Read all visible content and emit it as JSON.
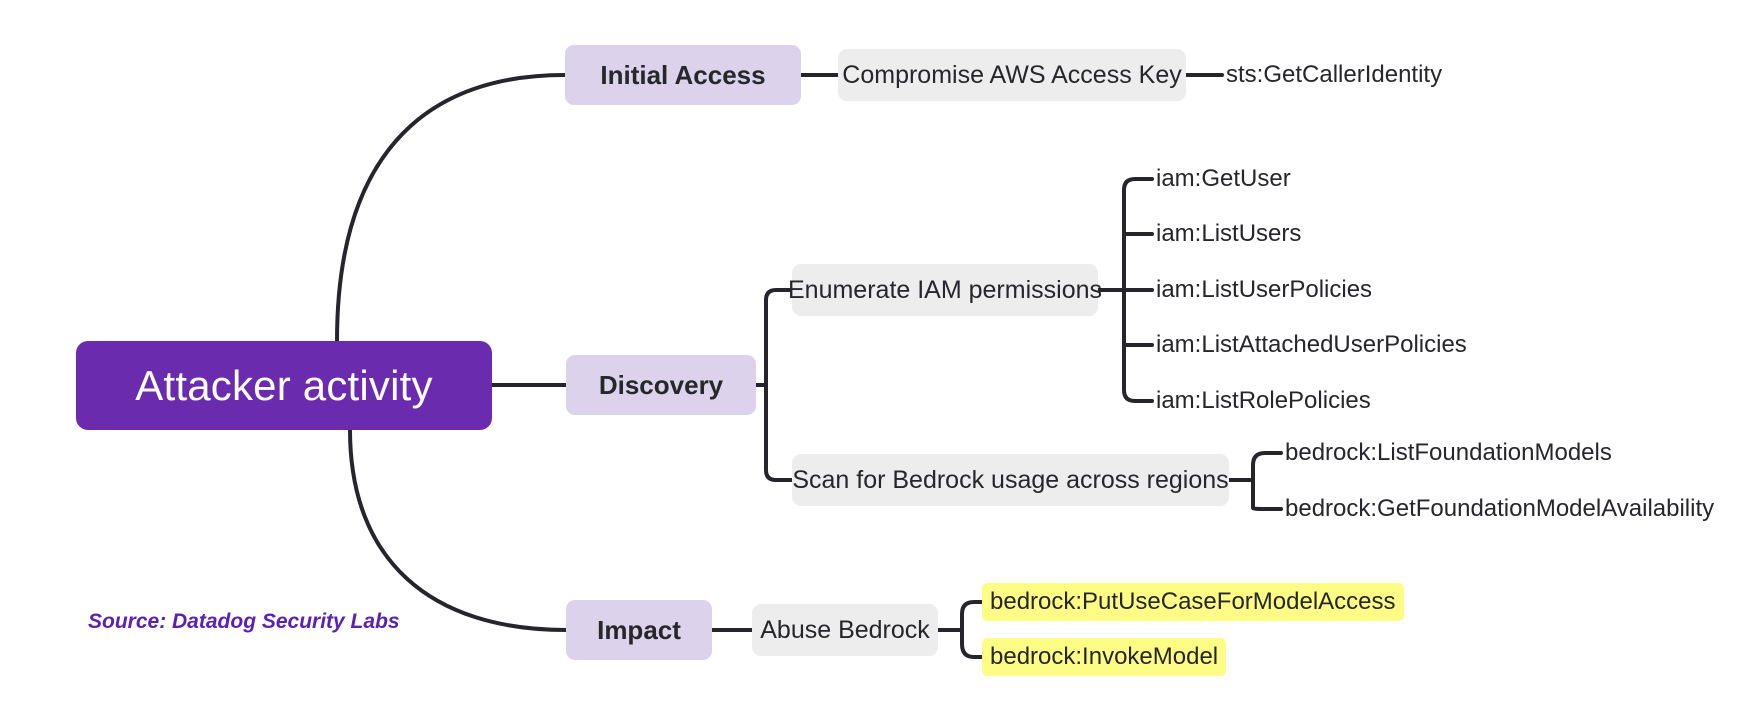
{
  "diagram": {
    "type": "mindmap",
    "background_color": "#FFFFFF",
    "root_color": "#6A2BAF",
    "branch_color": "#DDD2EC",
    "sub_color": "#EDEDED",
    "highlight_color": "#FDFD86",
    "connector_color": "#25252B",
    "root": {
      "label": "Attacker activity"
    },
    "branches": [
      {
        "label": "Initial Access",
        "children": [
          {
            "label": "Compromise AWS Access Key",
            "children": [
              {
                "label": "sts:GetCallerIdentity",
                "highlight": false
              }
            ]
          }
        ]
      },
      {
        "label": "Discovery",
        "children": [
          {
            "label": "Enumerate IAM permissions",
            "children": [
              {
                "label": "iam:GetUser",
                "highlight": false
              },
              {
                "label": "iam:ListUsers",
                "highlight": false
              },
              {
                "label": "iam:ListUserPolicies",
                "highlight": false
              },
              {
                "label": "iam:ListAttachedUserPolicies",
                "highlight": false
              },
              {
                "label": "iam:ListRolePolicies",
                "highlight": false
              }
            ]
          },
          {
            "label": "Scan for Bedrock usage across regions",
            "children": [
              {
                "label": "bedrock:ListFoundationModels",
                "highlight": false
              },
              {
                "label": "bedrock:GetFoundationModelAvailability",
                "highlight": false
              }
            ]
          }
        ]
      },
      {
        "label": "Impact",
        "children": [
          {
            "label": "Abuse Bedrock",
            "children": [
              {
                "label": "bedrock:PutUseCaseForModelAccess",
                "highlight": true
              },
              {
                "label": "bedrock:InvokeModel",
                "highlight": true
              }
            ]
          }
        ]
      }
    ],
    "source_note": "Source: Datadog Security Labs"
  }
}
